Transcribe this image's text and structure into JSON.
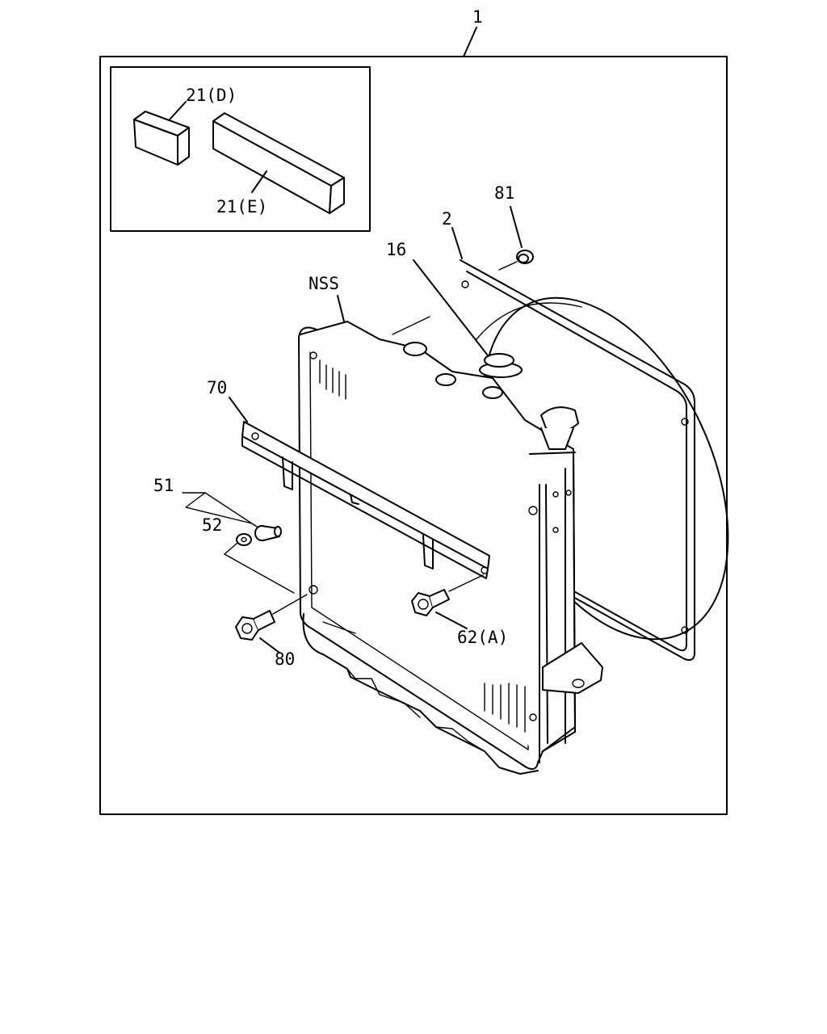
{
  "labels": {
    "assembly": "1",
    "key_d": "21(D)",
    "key_e": "21(E)",
    "shroud": "2",
    "clip": "81",
    "cap": "16",
    "nss": "NSS",
    "bracket": "70",
    "bolt_set": "51",
    "washer": "52",
    "bolt_a": "62(A)",
    "bolt": "80"
  }
}
